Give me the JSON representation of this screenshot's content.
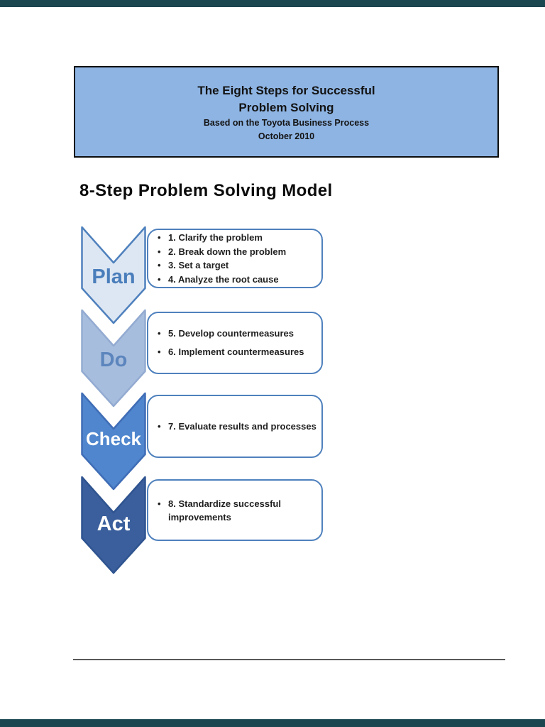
{
  "page": {
    "viewer_bar_color": "#1b4750",
    "divider_color": "#59595b"
  },
  "header_box": {
    "fill": "#8eb4e3",
    "border_color": "#0c0c0c",
    "title_line1": "The Eight Steps for Successful",
    "title_line2": "Problem Solving",
    "subtitle": "Based on the Toyota Business Process",
    "date_line": "October 2010"
  },
  "section_heading": "8-Step Problem Solving Model",
  "model": {
    "box_border_color": "#4f81bd",
    "steps": [
      {
        "label": "Plan",
        "chevron_fill": "#dde7f3",
        "chevron_border": "#4f81bd",
        "label_color": "#4a7ebb",
        "items": [
          "1. Clarify the problem",
          "2. Break down the problem",
          "3. Set a target",
          "4. Analyze the root cause"
        ]
      },
      {
        "label": "Do",
        "chevron_fill": "#a7bddd",
        "chevron_border": "#93abd1",
        "label_color": "#5c85bd",
        "items": [
          "5. Develop countermeasures",
          "6. Implement countermeasures"
        ]
      },
      {
        "label": "Check",
        "chevron_fill": "#4f86cd",
        "chevron_border": "#3f6db6",
        "label_color": "#ffffff",
        "items": [
          "7. Evaluate results and processes"
        ]
      },
      {
        "label": "Act",
        "chevron_fill": "#3a5f9c",
        "chevron_border": "#2f5490",
        "label_color": "#ffffff",
        "items": [
          "8. Standardize successful improvements"
        ]
      }
    ]
  }
}
